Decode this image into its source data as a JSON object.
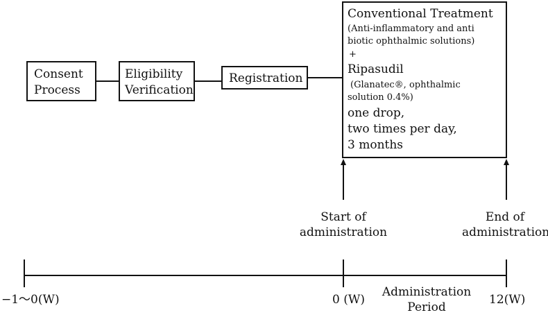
{
  "flow": {
    "consent": {
      "line1": "Consent",
      "line2": "Process"
    },
    "eligibility": {
      "line1": "Eligibility",
      "line2": "Verification"
    },
    "registration": {
      "label": "Registration"
    }
  },
  "treatment_box": {
    "title": "Conventional Treatment",
    "sub1": "(Anti-inflammatory and anti",
    "sub2": "biotic ophthalmic solutions)",
    "plus": "+",
    "drug": "Ripasudil",
    "drug_sub1": "(Glanatec®, ophthalmic",
    "drug_sub2": "solution 0.4%)",
    "dose1": "one drop,",
    "dose2": "two times per day,",
    "dose3": "3 months"
  },
  "markers": {
    "start": {
      "line1": "Start of",
      "line2": "administration"
    },
    "end": {
      "line1": "End of",
      "line2": "administration"
    }
  },
  "timeline": {
    "left_label": "−1〜0(W)",
    "mid_label": "0 (W)",
    "right_label": "12(W)",
    "period_line1": "Administration",
    "period_line2": "Period"
  }
}
